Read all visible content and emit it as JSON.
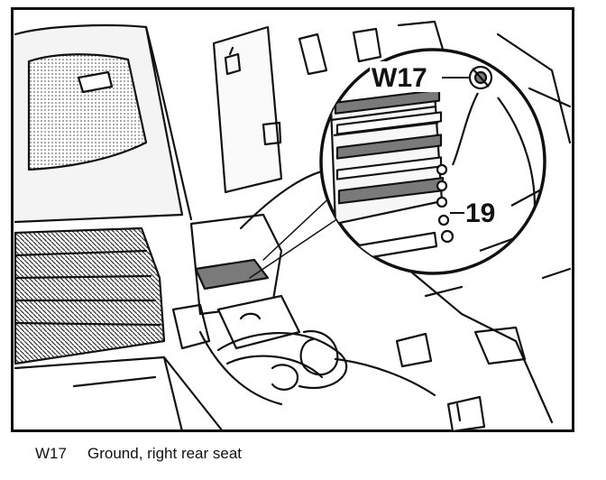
{
  "illustration": {
    "callouts": [
      {
        "id": "w17",
        "label": "W17"
      },
      {
        "id": "item19",
        "label": "19"
      }
    ]
  },
  "caption": {
    "code": "W17",
    "text": "Ground, right rear seat"
  },
  "colors": {
    "ink": "#111111",
    "paper": "#ffffff",
    "shade": "#7a7a7a"
  }
}
